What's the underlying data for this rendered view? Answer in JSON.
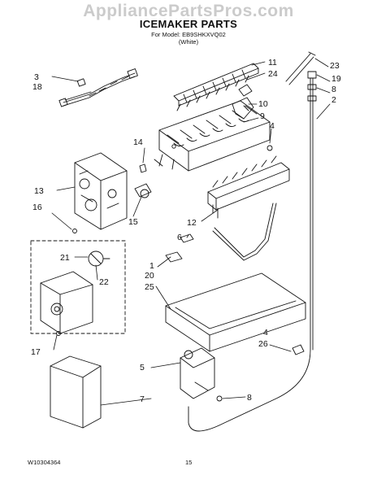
{
  "watermark": "AppliancePartsPros.com",
  "header": {
    "title": "ICEMAKER PARTS",
    "model_line": "For Model: EB9SHKXVQ02",
    "variant": "(White)"
  },
  "footer": {
    "doc_number": "W10304364",
    "page_number": "15"
  },
  "callouts": {
    "c1": "1",
    "c2": "2",
    "c3": "3",
    "c4a": "4",
    "c4b": "4",
    "c5": "5",
    "c6": "6",
    "c7": "7",
    "c8a": "8",
    "c8b": "8",
    "c9": "9",
    "c10": "10",
    "c11": "11",
    "c12": "12",
    "c13": "13",
    "c14": "14",
    "c15": "15",
    "c16": "16",
    "c17": "17",
    "c18": "18",
    "c19": "19",
    "c20": "20",
    "c21": "21",
    "c22": "22",
    "c23": "23",
    "c24": "24",
    "c25": "25",
    "c26": "26"
  }
}
